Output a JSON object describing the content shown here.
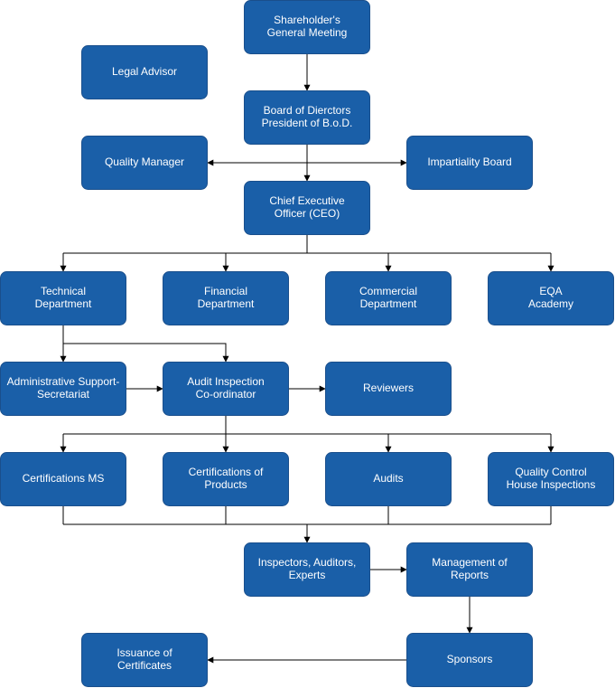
{
  "colors": {
    "node_fill": "#1a5fa8",
    "node_stroke": "#1a4f8c",
    "line": "#000000",
    "text": "#ffffff"
  },
  "nodes": {
    "shareholders": [
      "Shareholder's",
      "General Meeting"
    ],
    "legal": [
      "Legal Advisor"
    ],
    "board": [
      "Board of Dierctors",
      "President of B.o.D."
    ],
    "quality_manager": [
      "Quality Manager"
    ],
    "impartiality": [
      "Impartiality Board"
    ],
    "ceo": [
      "Chief Executive",
      "Officer (CEO)"
    ],
    "technical": [
      "Technical",
      "Department"
    ],
    "financial": [
      "Financial",
      "Department"
    ],
    "commercial": [
      "Commercial",
      "Department"
    ],
    "eqa": [
      "EQA",
      "Academy"
    ],
    "admin": [
      "Administrative Support-",
      "Secretariat"
    ],
    "audit_coord": [
      "Audit Inspection",
      "Co-ordinator"
    ],
    "reviewers": [
      "Reviewers"
    ],
    "cert_ms": [
      "Certifications MS"
    ],
    "cert_products": [
      "Certifications of",
      "Products"
    ],
    "audits": [
      "Audits"
    ],
    "qc_house": [
      "Quality Control",
      "House Inspections"
    ],
    "inspectors": [
      "Inspectors, Auditors,",
      "Experts"
    ],
    "mgmt_reports": [
      "Management of",
      "Reports"
    ],
    "issuance": [
      "Issuance of",
      "Certificates"
    ],
    "sponsors": [
      "Sponsors"
    ]
  }
}
